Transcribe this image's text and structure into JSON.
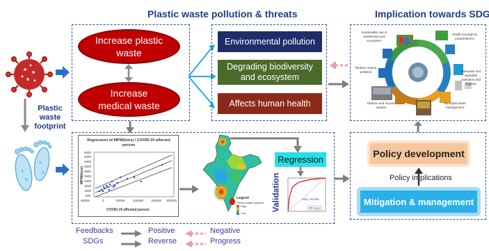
{
  "headers": {
    "plastic_waste": "Plastic waste pollution & threats",
    "implication": "Implication towards SDGs"
  },
  "footprint_label": [
    "Plastic",
    "waste",
    "footprint"
  ],
  "ellipses": {
    "plastic": [
      "Increase plastic",
      "waste"
    ],
    "medical": [
      "Increase",
      "medical waste"
    ]
  },
  "effects": [
    {
      "text": [
        "Environmental pollution"
      ],
      "color": "#1f2d6b"
    },
    {
      "text": [
        "Degrading biodiversity",
        "and ecosystem"
      ],
      "color": "#4a6b2a"
    },
    {
      "text": [
        "Affects human health"
      ],
      "color": "#8b2a1a"
    }
  ],
  "regression_chart": {
    "title": [
      "Regression of MPW(tons) / COVID-19 affected",
      "person"
    ],
    "ylabel": "MPW(tons)",
    "xlabel": "COVID-19 affected person",
    "xticks": [
      "-50000",
      "0",
      "50000",
      "100000",
      "150000",
      "200000"
    ],
    "yticks": [
      "500",
      "1000",
      "1500",
      "2000",
      "2500",
      "3000",
      "3500",
      "4000",
      "4500",
      "5000"
    ]
  },
  "map_legend": {
    "title": "Legend",
    "subtitle": "Plastic waste footprint",
    "high": "High",
    "low": "Low"
  },
  "regression_label": "Regression",
  "validation_label": "Validation",
  "roc": {
    "auc": "AUC: 91.9%",
    "legend": "ROC"
  },
  "sdgs": [
    "Sustainable use of biodiversity and ecosystem",
    "Health emergency preparedness",
    "Reduce marine pollution",
    "Adequate and equitable sanitation and hygiene",
    "Reduce and recycle wastes",
    "Municipal waste management"
  ],
  "policy": {
    "development": "Policy development",
    "implications": "Policy implications",
    "mitigation": "Mitigation & management"
  },
  "legend": {
    "feedbacks": "Feedbacks",
    "sdgs": "SDGs",
    "positive": "Positive",
    "negative": "Negative",
    "reverse": "Reverse",
    "progress": "Progress"
  },
  "colors": {
    "accent_blue": "#1f3c88",
    "red": "#c00000",
    "pink_arrow": "#e8a0a0",
    "grey_arrow": "#7f7f7f",
    "light_blue_arrow": "#29a8e0"
  }
}
